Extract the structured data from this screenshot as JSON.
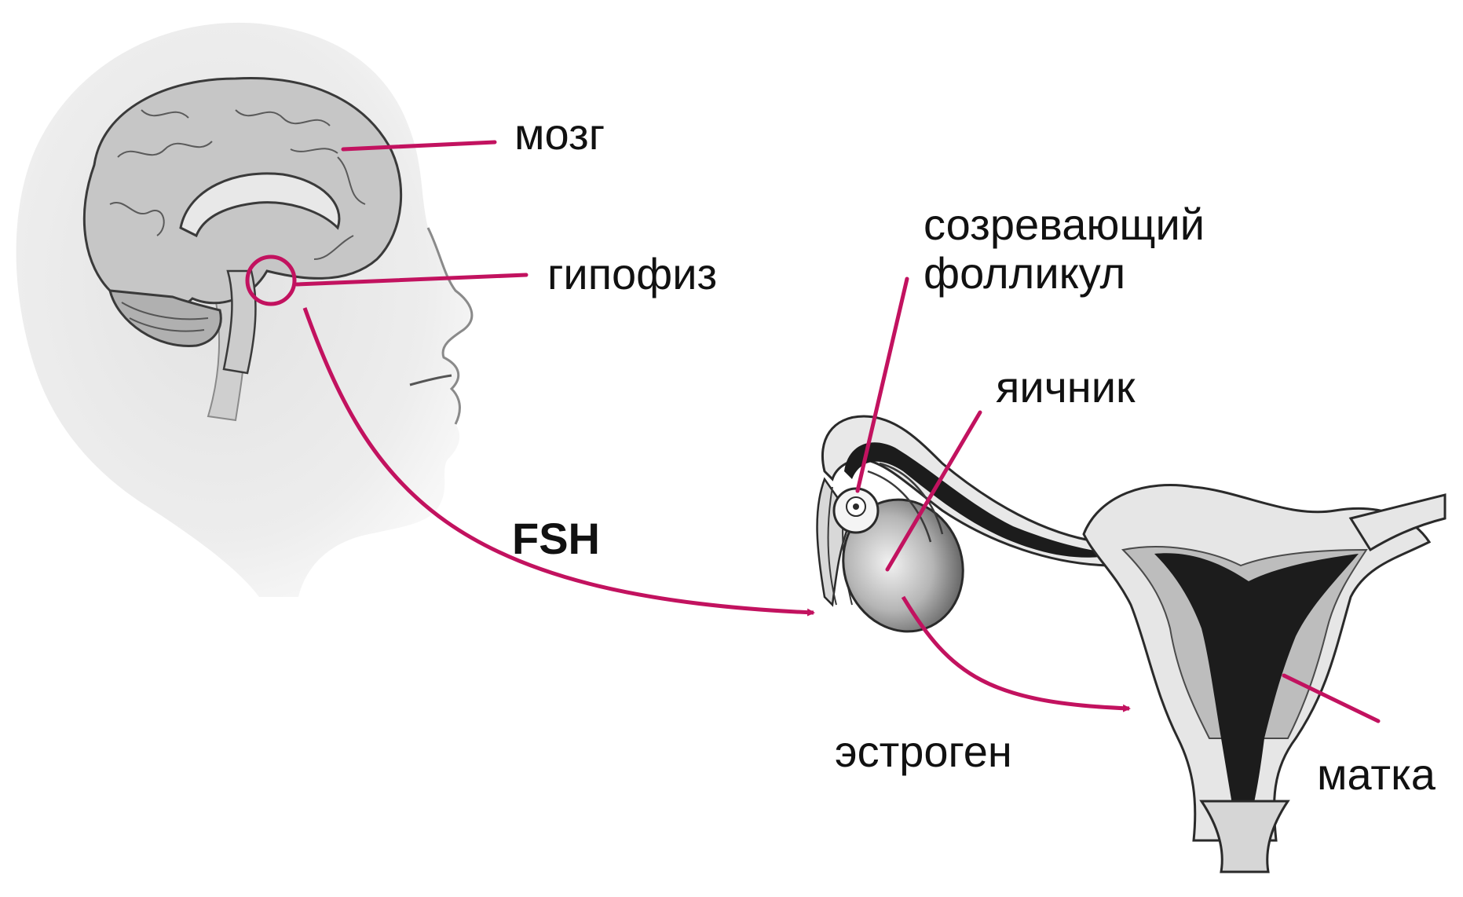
{
  "labels": {
    "brain": "мозг",
    "pituitary": "гипофиз",
    "follicle_line1": "созревающий",
    "follicle_line2": "фолликул",
    "ovary": "яичник",
    "fsh": "FSH",
    "estrogen": "эстроген",
    "uterus": "матка"
  },
  "colors": {
    "pointer": "#c2125f",
    "outline": "#2a2a2a",
    "tissue_light": "#e6e6e6",
    "tissue_mid": "#bdbdbd",
    "tissue_dark": "#1c1c1c",
    "text": "#111111"
  },
  "icons": {
    "head": "head-profile-illustration",
    "brain": "brain-illustration",
    "reproductive": "uterus-ovary-illustration"
  }
}
